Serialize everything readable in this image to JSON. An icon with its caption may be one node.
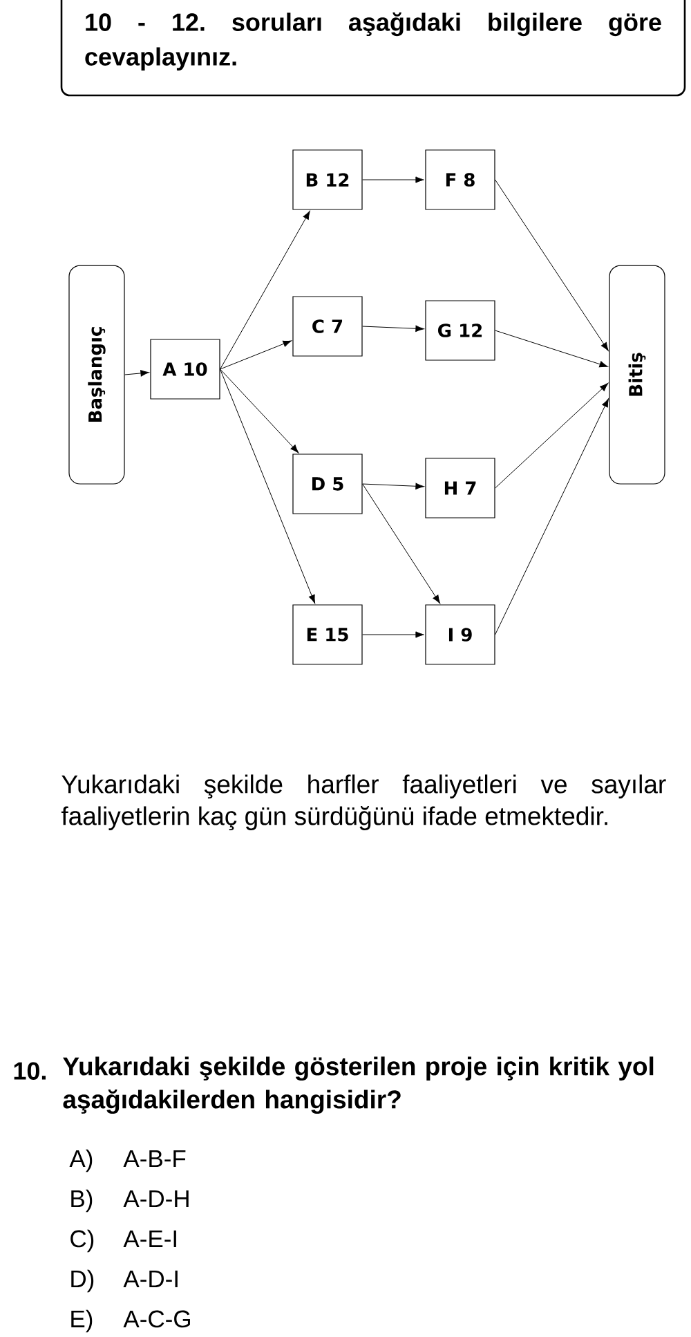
{
  "diagram": {
    "nodes": [
      {
        "text": [
          "10 - 12. soruları aşağıdaki bilgilere göre cevaplayınız."
        ]
      },
      {
        "text": [
          "Başlangıç"
        ]
      },
      {
        "text": [
          "A 10"
        ]
      },
      {
        "text": [
          "B 12"
        ]
      },
      {
        "text": [
          "C 7"
        ]
      },
      {
        "text": [
          "D 5"
        ]
      },
      {
        "text": [
          "E 15"
        ]
      },
      {
        "text": [
          "F 8"
        ]
      },
      {
        "text": [
          "G 12"
        ]
      },
      {
        "text": [
          "H 7"
        ]
      },
      {
        "text": [
          "I 9"
        ]
      },
      {
        "text": [
          "Bitiş"
        ]
      }
    ],
    "edges": [
      {
        "from": 1,
        "to": 2,
        "arrow": "to"
      },
      {
        "from": 2,
        "to": 3,
        "arrow": "to"
      },
      {
        "from": 2,
        "to": 4,
        "arrow": "to"
      },
      {
        "from": 2,
        "to": 5,
        "arrow": "to"
      },
      {
        "from": 2,
        "to": 6,
        "arrow": "to"
      },
      {
        "from": 3,
        "to": 7,
        "arrow": "to"
      },
      {
        "from": 4,
        "to": 8,
        "arrow": "to"
      },
      {
        "from": 5,
        "to": 9,
        "arrow": "to"
      },
      {
        "from": 5,
        "to": 10,
        "arrow": "to"
      },
      {
        "from": 6,
        "to": 10,
        "arrow": "to"
      },
      {
        "from": 7,
        "to": 11,
        "arrow": "to"
      },
      {
        "from": 8,
        "to": 11,
        "arrow": "to"
      },
      {
        "from": 9,
        "to": 11,
        "arrow": "to"
      },
      {
        "from": 10,
        "to": 11,
        "arrow": "to"
      }
    ],
    "labels": [
      "Yukarıdaki şekilde harfler faaliyetleri ve sayılar faaliyetlerin kaç gün sürdüğünü ifade etmektedir.",
      "10.",
      "Yukarıdaki şekilde gösterilen proje için kritik yol aşağıdakilerden hangisidir?",
      "A)",
      "A-B-F",
      "B)",
      "A-D-H",
      "C)",
      "A-E-I",
      "D)",
      "A-D-I",
      "E)",
      "A-C-G"
    ]
  }
}
